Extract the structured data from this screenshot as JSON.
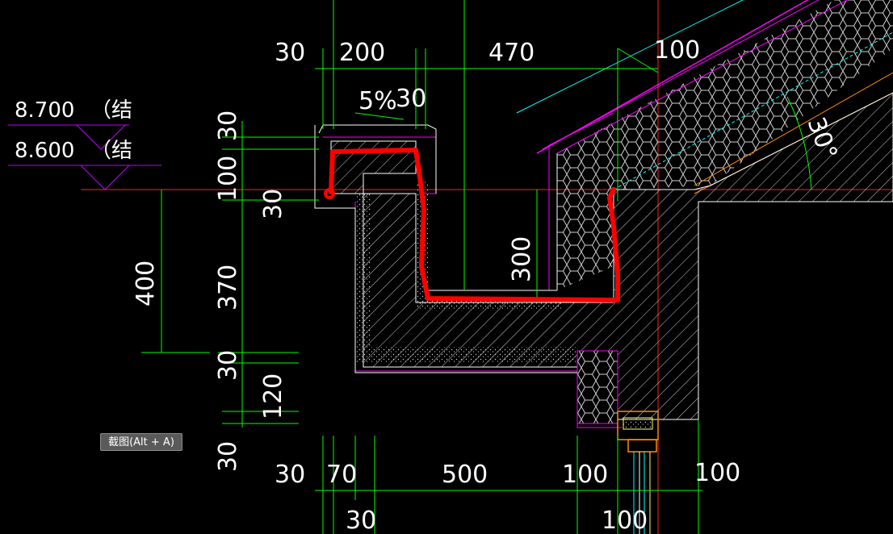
{
  "drawing": {
    "levels": [
      {
        "value": "8.700",
        "note": "（结"
      },
      {
        "value": "8.600",
        "note": "（结"
      }
    ],
    "top_dims": [
      "30",
      "200",
      "470",
      "100"
    ],
    "slope_label": "5%",
    "slope_dim": "30",
    "angle_label": "30°",
    "left_dims_outer": [
      "400"
    ],
    "left_dims_inner": [
      "30",
      "100",
      "30",
      "370",
      "30",
      "120",
      "30"
    ],
    "inner_dim": "300",
    "bottom_dims": [
      "30",
      "70",
      "500",
      "100",
      "100"
    ],
    "bottom_dims_lower": [
      "30",
      "100"
    ]
  },
  "tooltip": {
    "label": "截图(Alt + A)"
  },
  "colors": {
    "background": "#000000",
    "dimension_line": "#00ff00",
    "axis_line": "#ff0000",
    "outline": "#ff00ff",
    "highlight": "#ff0000",
    "insulation": "#cccccc",
    "cyan_line": "#00ffff",
    "orange_line": "#ff8c00"
  }
}
